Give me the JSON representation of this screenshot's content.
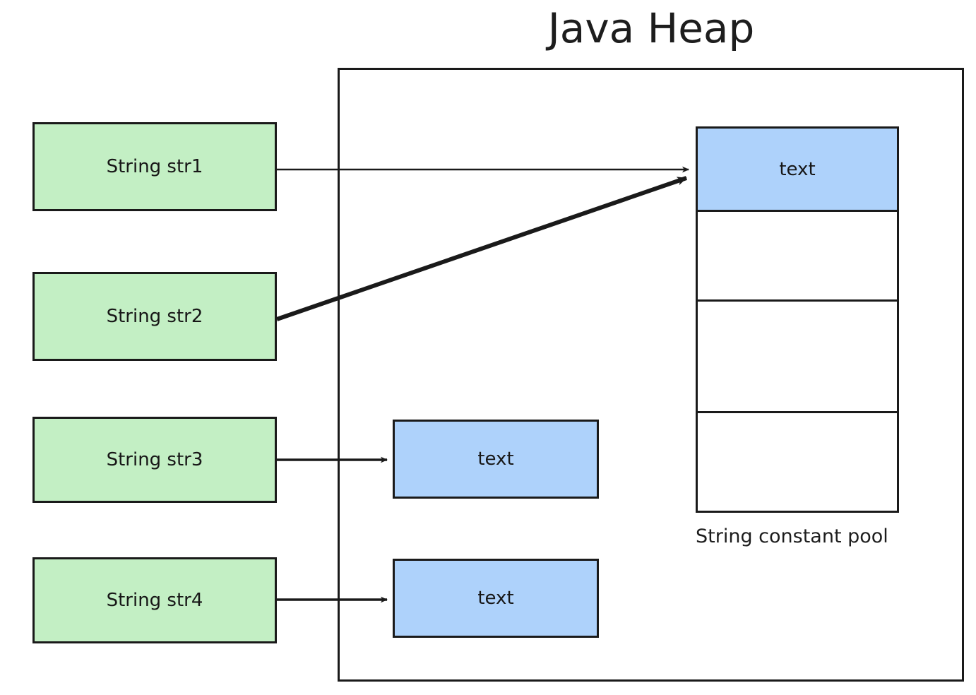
{
  "diagram": {
    "title": "Java Heap",
    "pool_caption": "String constant pool",
    "colors": {
      "stack_box": "#c3efc4",
      "string_object": "#aed2fb",
      "stroke": "#1a1a1a",
      "background": "#ffffff"
    }
  },
  "variables": [
    {
      "label": "String str1"
    },
    {
      "label": "String str2"
    },
    {
      "label": "String str3"
    },
    {
      "label": "String str4"
    }
  ],
  "heap_objects": [
    {
      "label": "text"
    },
    {
      "label": "text"
    }
  ],
  "string_constant_pool": {
    "caption": "String constant pool",
    "slots": [
      {
        "label": "text",
        "filled": true
      },
      {
        "label": "",
        "filled": false
      },
      {
        "label": "",
        "filled": false
      },
      {
        "label": "",
        "filled": false
      }
    ]
  },
  "references": [
    {
      "from": "String str1",
      "to": "pool-slot-0"
    },
    {
      "from": "String str2",
      "to": "pool-slot-0"
    },
    {
      "from": "String str3",
      "to": "heap-object-1"
    },
    {
      "from": "String str4",
      "to": "heap-object-2"
    }
  ]
}
